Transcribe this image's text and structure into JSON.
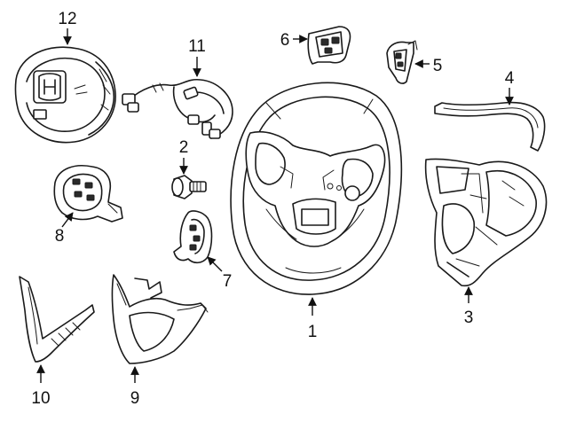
{
  "diagram": {
    "callouts": [
      {
        "id": "c1",
        "label": "1",
        "part": "steering-wheel"
      },
      {
        "id": "c2",
        "label": "2",
        "part": "bolt"
      },
      {
        "id": "c3",
        "label": "3",
        "part": "rear-cover"
      },
      {
        "id": "c4",
        "label": "4",
        "part": "trim-garnish"
      },
      {
        "id": "c5",
        "label": "5",
        "part": "paddle-shifter-right"
      },
      {
        "id": "c6",
        "label": "6",
        "part": "paddle-shifter-left"
      },
      {
        "id": "c7",
        "label": "7",
        "part": "switch-assembly-right"
      },
      {
        "id": "c8",
        "label": "8",
        "part": "switch-assembly-left"
      },
      {
        "id": "c9",
        "label": "9",
        "part": "lower-cover"
      },
      {
        "id": "c10",
        "label": "10",
        "part": "lower-garnish"
      },
      {
        "id": "c11",
        "label": "11",
        "part": "wire-harness"
      },
      {
        "id": "c12",
        "label": "12",
        "part": "driver-airbag"
      }
    ]
  }
}
